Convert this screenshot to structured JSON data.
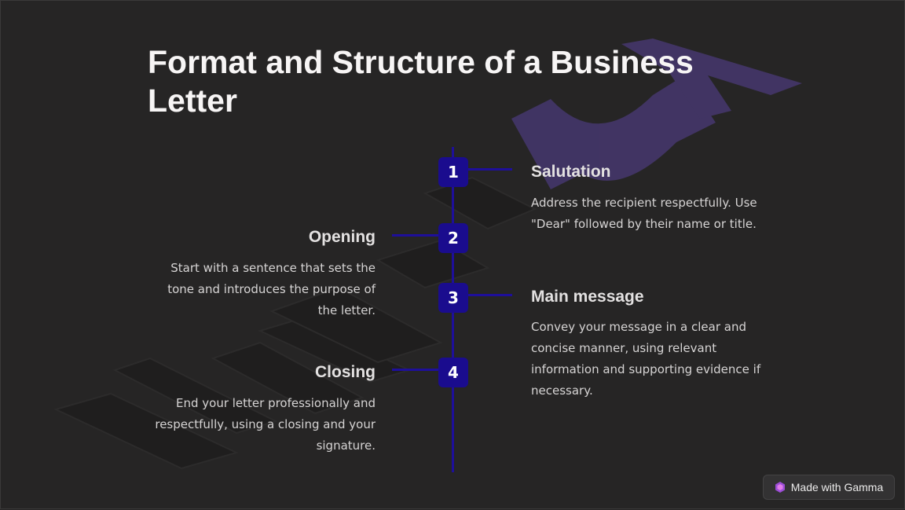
{
  "slide": {
    "title": "Format and Structure of a Business Letter"
  },
  "steps": [
    {
      "number": "1",
      "title": "Salutation",
      "body": "Address the recipient respectfully. Use \"Dear\" followed by their name or title."
    },
    {
      "number": "2",
      "title": "Opening",
      "body": "Start with a sentence that sets the tone and introduces the purpose of the letter."
    },
    {
      "number": "3",
      "title": "Main message",
      "body": "Convey your message in a clear and concise manner, using relevant information and supporting evidence if necessary."
    },
    {
      "number": "4",
      "title": "Closing",
      "body": "End your letter professionally and respectfully, using a closing and your signature."
    }
  ],
  "badge": {
    "label": "Made with Gamma",
    "icon": "gamma-logo-icon"
  },
  "colors": {
    "background": "#262525",
    "accent": "#1a0c8e",
    "watermark": "#4a3a78"
  }
}
